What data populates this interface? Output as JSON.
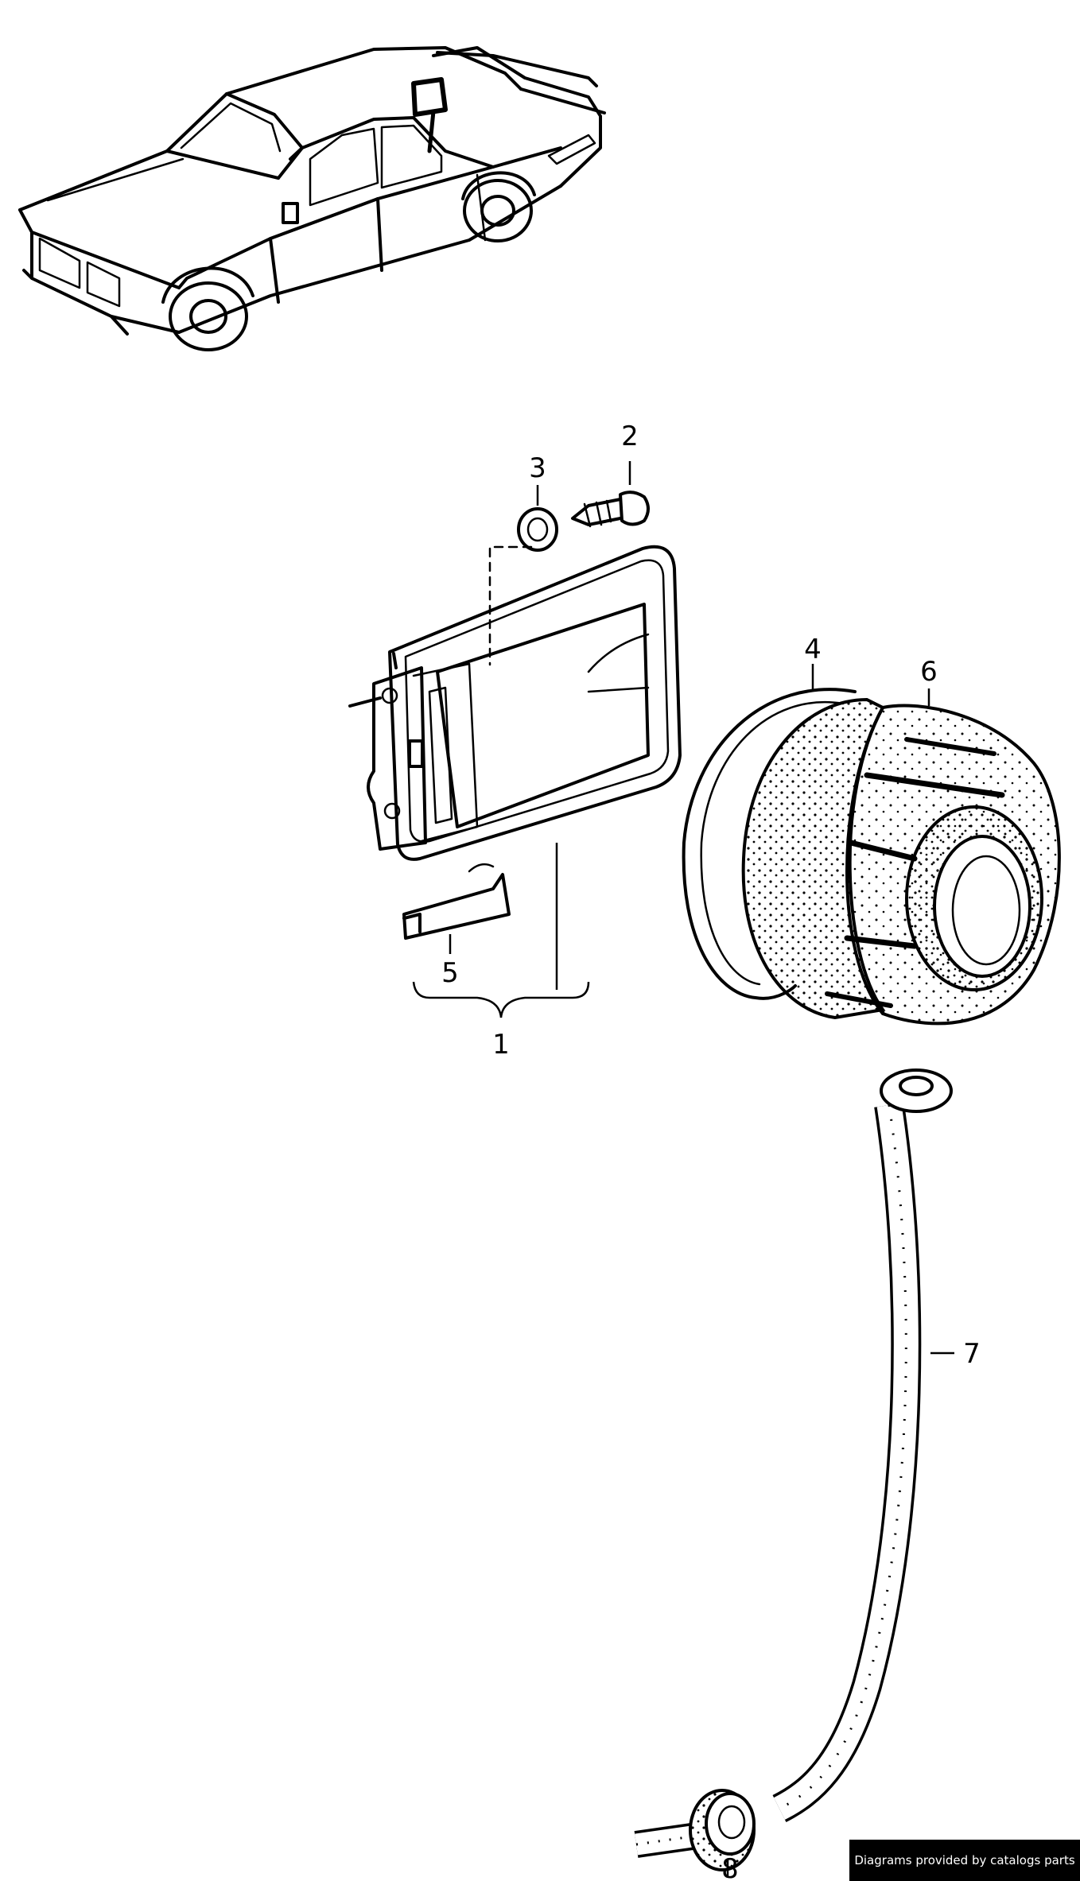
{
  "callouts": {
    "c1": "1",
    "c2": "2",
    "c3": "3",
    "c4": "4",
    "c5": "5",
    "c6": "6",
    "c7": "7",
    "c8": "8"
  },
  "credit": "Diagrams provided by catalogs parts"
}
